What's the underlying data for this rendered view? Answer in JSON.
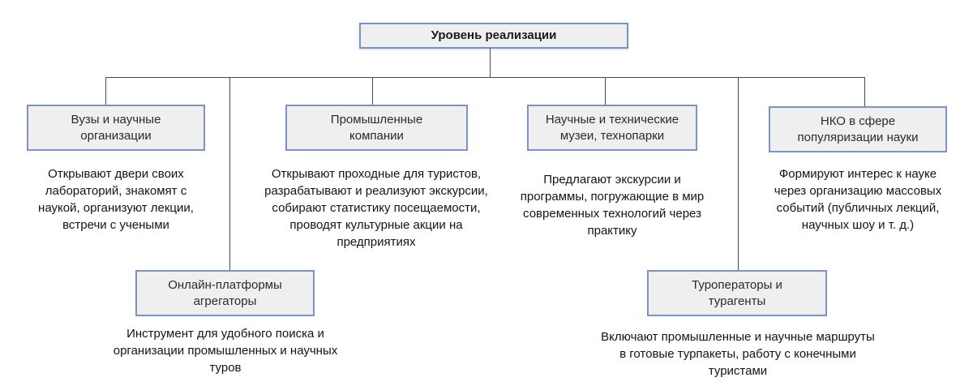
{
  "diagram": {
    "root": {
      "title": "Уровень реализации"
    },
    "colors": {
      "box_fill": "#efefef",
      "box_border": "#7b93cc",
      "connector": "#4a4a4a",
      "text": "#141414"
    },
    "nodes": [
      {
        "title": "Вузы и научные организации",
        "description": "Открывают двери своих лабораторий, знакомят с наукой, организуют лекции, встречи с учеными"
      },
      {
        "title": "Промышленные компании",
        "description": "Открывают проходные для туристов, разрабатывают и реализуют экскурсии, собирают статистику посещаемости, проводят культурные акции на предприятиях"
      },
      {
        "title": "Научные и технические музеи, технопарки",
        "description": "Предлагают экскурсии и программы, погружающие в мир современных технологий через практику"
      },
      {
        "title": "НКО в сфере популяризации науки",
        "description": "Формируют интерес к науке через организацию массовых событий (публичных лекций, научных шоу и т. д.)"
      },
      {
        "title": "Онлайн-платформы агрегаторы",
        "description": "Инструмент для удобного поиска и организации промышленных и научных туров"
      },
      {
        "title": "Туроператоры и турагенты",
        "description": "Включают промышленные и научные маршруты в готовые турпакеты, работу с конечными туристами"
      }
    ]
  }
}
